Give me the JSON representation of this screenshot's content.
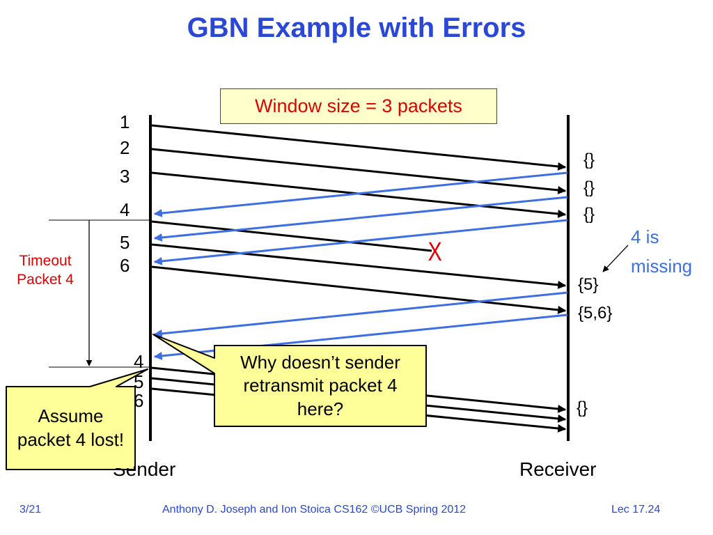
{
  "title": "GBN Example with Errors",
  "window_box": "Window size = 3 packets",
  "sequence_labels": {
    "s1": "1",
    "s2": "2",
    "s3": "3",
    "s4": "4",
    "s5": "5",
    "s6": "6",
    "r4": "4",
    "r5": "5",
    "r6": "6"
  },
  "ack_labels": {
    "a1": "{}",
    "a2": "{}",
    "a3": "{}",
    "a4": "{5}",
    "a5": "{5,6}",
    "a6": "{}"
  },
  "timeout_label": {
    "line1": "Timeout",
    "line2": "Packet 4"
  },
  "missing_note": {
    "line1": "4 is",
    "line2": "missing"
  },
  "x_mark": "X",
  "endpoints": {
    "sender": "Sender",
    "receiver": "Receiver"
  },
  "callouts": {
    "question": "Why doesn’t sender retransmit packet 4 here?",
    "assume": "Assume packet 4 lost!"
  },
  "footer": {
    "slide": "3/21",
    "credit": "Anthony D. Joseph and Ion Stoica CS162 ©UCB Spring 2012",
    "lecture": "Lec 17.24"
  },
  "colors": {
    "title": "#2a47d6",
    "data_packet": "#000000",
    "ack": "#3d6fe3",
    "error": "#e00000",
    "callout_fill": "#ffff99",
    "window_box_fill": "#ffffcc"
  }
}
